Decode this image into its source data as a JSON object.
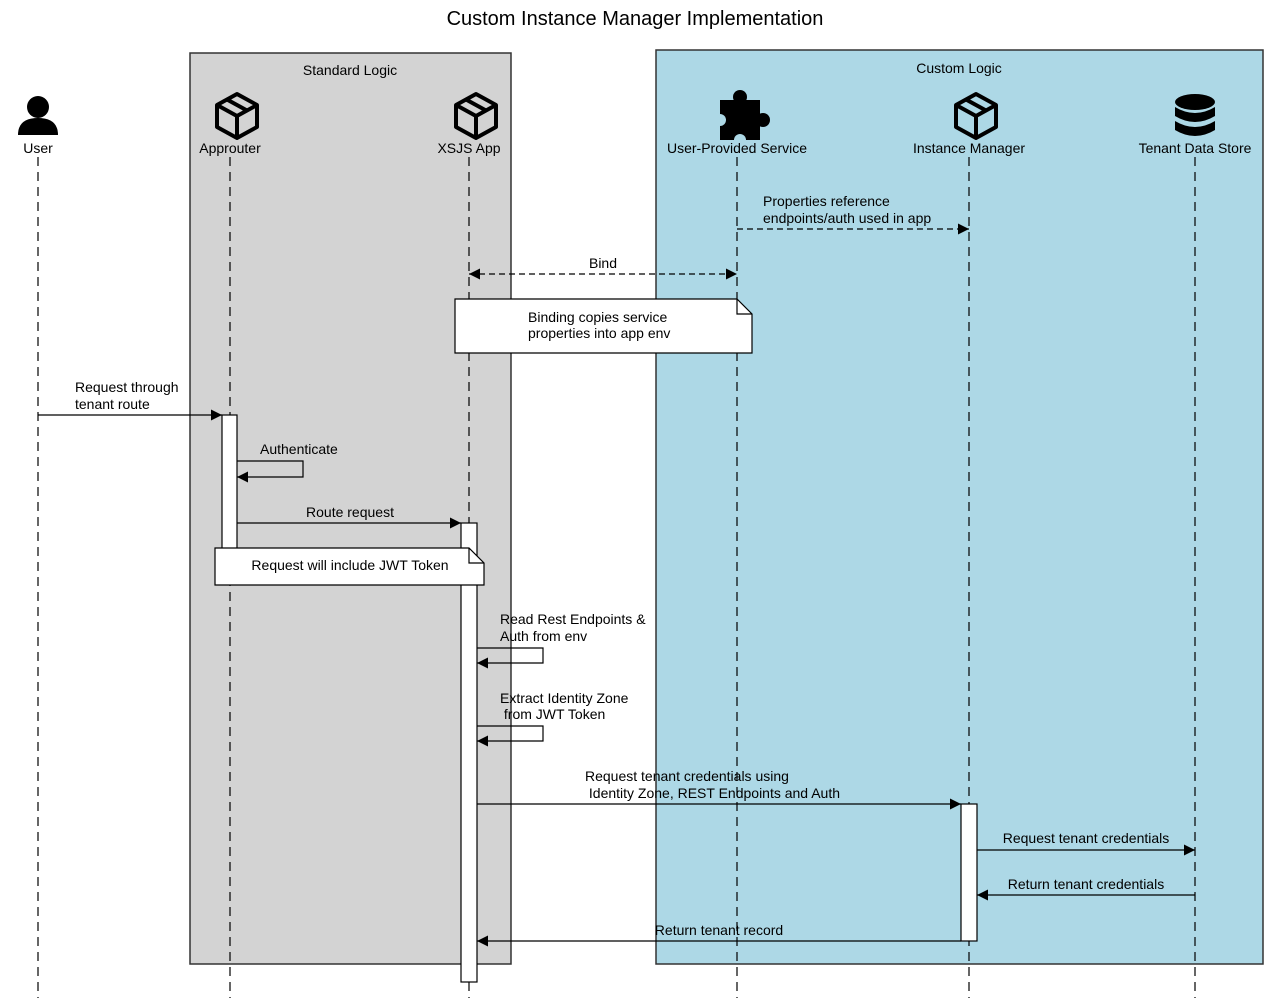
{
  "title": "Custom Instance Manager Implementation",
  "groups": {
    "standard": {
      "label": "Standard Logic",
      "color": "#d3d3d3"
    },
    "custom": {
      "label": "Custom Logic",
      "color": "#add8e6"
    }
  },
  "participants": {
    "user": {
      "label": "User",
      "icon": "user-icon"
    },
    "approuter": {
      "label": "Approuter",
      "icon": "package-icon"
    },
    "xsjs": {
      "label": "XSJS App",
      "icon": "package-icon"
    },
    "ups": {
      "label": "User-Provided Service",
      "icon": "puzzle-icon"
    },
    "im": {
      "label": "Instance Manager",
      "icon": "package-icon"
    },
    "tds": {
      "label": "Tenant Data Store",
      "icon": "database-icon"
    }
  },
  "messages": {
    "props_ref": [
      "Properties reference",
      "endpoints/auth used in app"
    ],
    "bind": [
      "Bind"
    ],
    "request_route": [
      "Request through",
      "tenant route"
    ],
    "authenticate": [
      "Authenticate"
    ],
    "route_request": [
      "Route request"
    ],
    "read_rest": [
      "Read Rest Endpoints &",
      "Auth from env"
    ],
    "extract_zone": [
      "Extract Identity Zone",
      " from JWT Token"
    ],
    "request_creds": [
      "Request tenant credentials using",
      " Identity Zone, REST Endpoints and Auth"
    ],
    "request_creds2": [
      "Request tenant credentials"
    ],
    "return_creds": [
      "Return tenant credentials"
    ],
    "return_record": [
      "Return tenant record"
    ]
  },
  "notes": {
    "binding": [
      "Binding copies service",
      "properties into app env"
    ],
    "jwt": [
      "Request will include JWT Token"
    ]
  }
}
